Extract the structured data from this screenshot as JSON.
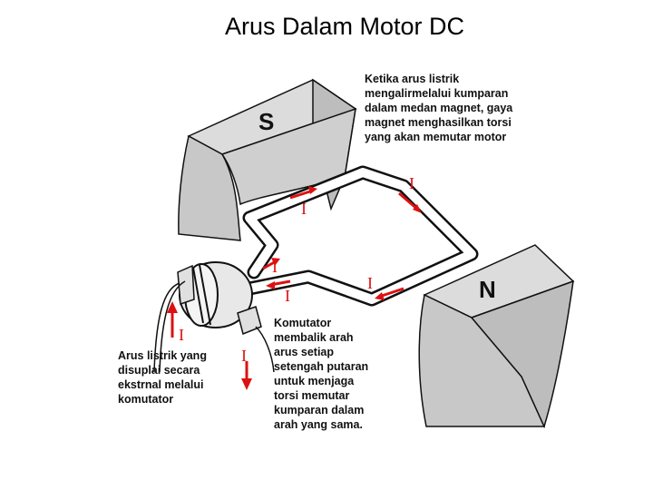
{
  "title": "Arus Dalam Motor DC",
  "poles": {
    "south": "S",
    "north": "N"
  },
  "current_symbol": "I",
  "notes": {
    "top_right": [
      "Ketika arus listrik",
      "mengalirmelalui kumparan",
      "dalam medan magnet, gaya",
      "magnet menghasilkan torsi",
      "yang akan memutar motor"
    ],
    "commutator": [
      "Komutator",
      "membalik arah",
      "arus setiap",
      "setengah putaran",
      "untuk menjaga",
      "torsi  memutar",
      "kumparan dalam",
      "arah yang sama."
    ],
    "left": [
      "Arus listrik yang",
      "disuplai secara",
      "ekstrnal melalui",
      "komutator"
    ]
  },
  "colors": {
    "magnet": "#c8c8c8",
    "magnet_dark": "#aaaaaa",
    "arrow": "#d11111",
    "outline": "#111111"
  }
}
